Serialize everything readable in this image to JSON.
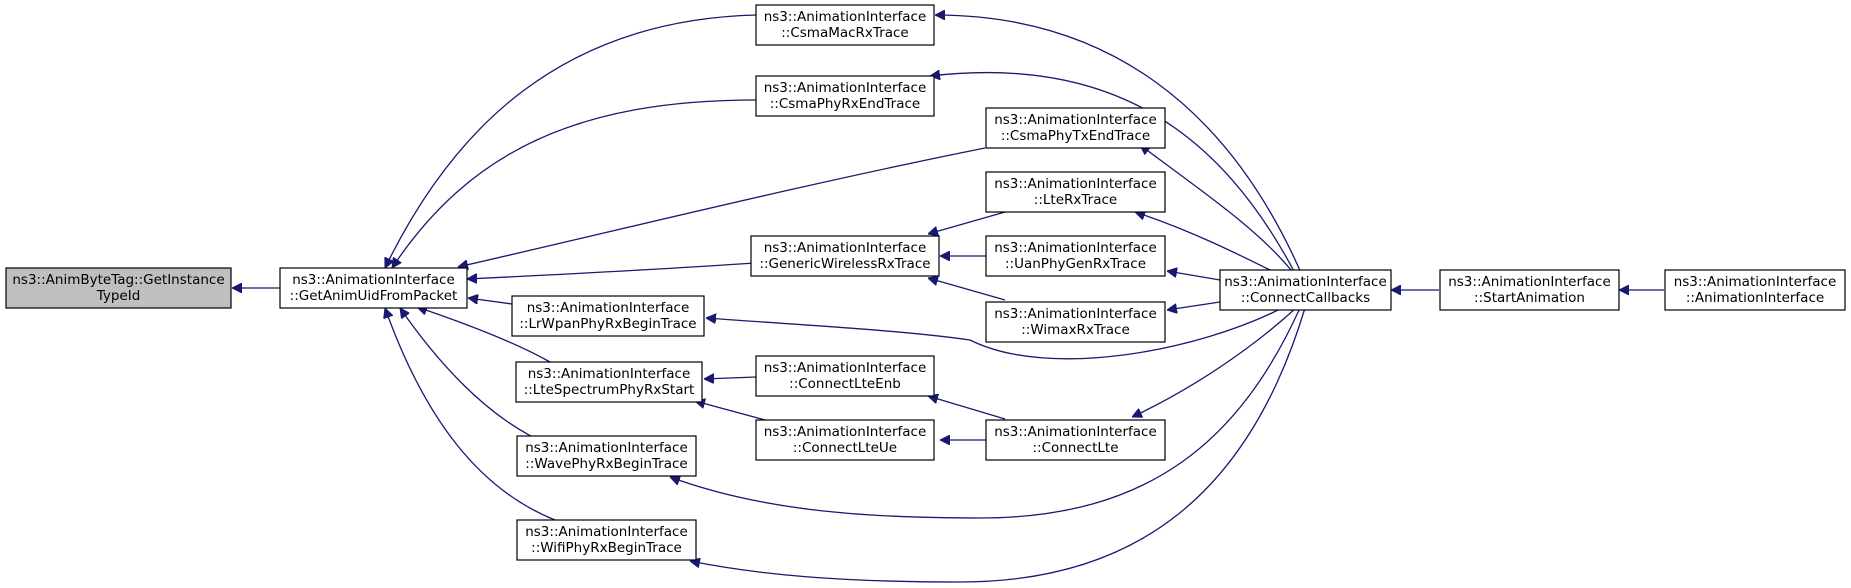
{
  "nodes": {
    "root": {
      "lines": [
        "ns3::AnimByteTag::GetInstance",
        "TypeId"
      ]
    },
    "getAnimUid": {
      "lines": [
        "ns3::AnimationInterface",
        "::GetAnimUidFromPacket"
      ]
    },
    "csmaMacRx": {
      "lines": [
        "ns3::AnimationInterface",
        "::CsmaMacRxTrace"
      ]
    },
    "csmaPhyRxEnd": {
      "lines": [
        "ns3::AnimationInterface",
        "::CsmaPhyRxEndTrace"
      ]
    },
    "csmaPhyTxEnd": {
      "lines": [
        "ns3::AnimationInterface",
        "::CsmaPhyTxEndTrace"
      ]
    },
    "lteRx": {
      "lines": [
        "ns3::AnimationInterface",
        "::LteRxTrace"
      ]
    },
    "genericWireless": {
      "lines": [
        "ns3::AnimationInterface",
        "::GenericWirelessRxTrace"
      ]
    },
    "uanPhyGenRx": {
      "lines": [
        "ns3::AnimationInterface",
        "::UanPhyGenRxTrace"
      ]
    },
    "wimaxRx": {
      "lines": [
        "ns3::AnimationInterface",
        "::WimaxRxTrace"
      ]
    },
    "lrWpanPhyRx": {
      "lines": [
        "ns3::AnimationInterface",
        "::LrWpanPhyRxBeginTrace"
      ]
    },
    "lteSpectrum": {
      "lines": [
        "ns3::AnimationInterface",
        "::LteSpectrumPhyRxStart"
      ]
    },
    "connectLteEnb": {
      "lines": [
        "ns3::AnimationInterface",
        "::ConnectLteEnb"
      ]
    },
    "connectLteUe": {
      "lines": [
        "ns3::AnimationInterface",
        "::ConnectLteUe"
      ]
    },
    "connectLte": {
      "lines": [
        "ns3::AnimationInterface",
        "::ConnectLte"
      ]
    },
    "wavePhyRx": {
      "lines": [
        "ns3::AnimationInterface",
        "::WavePhyRxBeginTrace"
      ]
    },
    "wifiPhyRx": {
      "lines": [
        "ns3::AnimationInterface",
        "::WifiPhyRxBeginTrace"
      ]
    },
    "connectCallbacks": {
      "lines": [
        "ns3::AnimationInterface",
        "::ConnectCallbacks"
      ]
    },
    "startAnimation": {
      "lines": [
        "ns3::AnimationInterface",
        "::StartAnimation"
      ]
    },
    "ctor": {
      "lines": [
        "ns3::AnimationInterface",
        "::AnimationInterface"
      ]
    }
  },
  "edges": [
    [
      "getAnimUid",
      "root"
    ],
    [
      "csmaMacRx",
      "getAnimUid"
    ],
    [
      "csmaPhyRxEnd",
      "getAnimUid"
    ],
    [
      "csmaPhyTxEnd",
      "getAnimUid"
    ],
    [
      "genericWireless",
      "getAnimUid"
    ],
    [
      "lrWpanPhyRx",
      "getAnimUid"
    ],
    [
      "lteSpectrum",
      "getAnimUid"
    ],
    [
      "wavePhyRx",
      "getAnimUid"
    ],
    [
      "wifiPhyRx",
      "getAnimUid"
    ],
    [
      "lteRx",
      "genericWireless"
    ],
    [
      "uanPhyGenRx",
      "genericWireless"
    ],
    [
      "wimaxRx",
      "genericWireless"
    ],
    [
      "connectLteEnb",
      "lteSpectrum"
    ],
    [
      "connectLteUe",
      "lteSpectrum"
    ],
    [
      "connectLte",
      "connectLteEnb"
    ],
    [
      "connectLte",
      "connectLteUe"
    ],
    [
      "connectCallbacks",
      "csmaMacRx"
    ],
    [
      "connectCallbacks",
      "csmaPhyRxEnd"
    ],
    [
      "connectCallbacks",
      "csmaPhyTxEnd"
    ],
    [
      "connectCallbacks",
      "lteRx"
    ],
    [
      "connectCallbacks",
      "uanPhyGenRx"
    ],
    [
      "connectCallbacks",
      "wimaxRx"
    ],
    [
      "connectCallbacks",
      "lrWpanPhyRx"
    ],
    [
      "connectCallbacks",
      "wavePhyRx"
    ],
    [
      "connectCallbacks",
      "wifiPhyRx"
    ],
    [
      "connectCallbacks",
      "connectLte"
    ],
    [
      "startAnimation",
      "connectCallbacks"
    ],
    [
      "ctor",
      "startAnimation"
    ]
  ]
}
